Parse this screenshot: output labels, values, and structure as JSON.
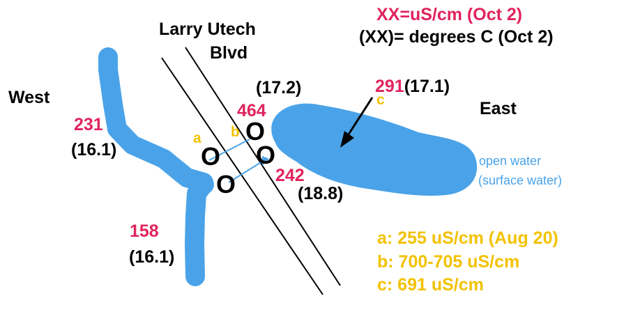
{
  "legend": {
    "conductivity": "XX=uS/cm (Oct 2)",
    "temperature": "(XX)= degrees C (Oct 2)"
  },
  "road": {
    "line1": "Larry Utech",
    "line2": "Blvd"
  },
  "directions": {
    "west": "West",
    "east": "East"
  },
  "open_water": {
    "line1": "open water",
    "line2": "(surface water)"
  },
  "points": {
    "w1": {
      "cond": "231",
      "temp": "(16.1)"
    },
    "w2": {
      "cond": "158",
      "temp": "(16.1)"
    },
    "p464": {
      "cond": "464",
      "temp": "(17.2)"
    },
    "p242": {
      "cond": "242",
      "temp": "(18.8)"
    },
    "p291": {
      "cond": "291",
      "temp": "(17.1)"
    }
  },
  "markers": {
    "a": "a",
    "b": "b",
    "c": "c",
    "circle": "O"
  },
  "notes": {
    "a": "a: 255 uS/cm (Aug 20)",
    "b": "b: 700-705 uS/cm",
    "c": "c: 691 uS/cm"
  },
  "colors": {
    "water": "#4aa3e8",
    "conductivity": "#e0245e",
    "notes": "#f2c200",
    "text": "#000000"
  }
}
